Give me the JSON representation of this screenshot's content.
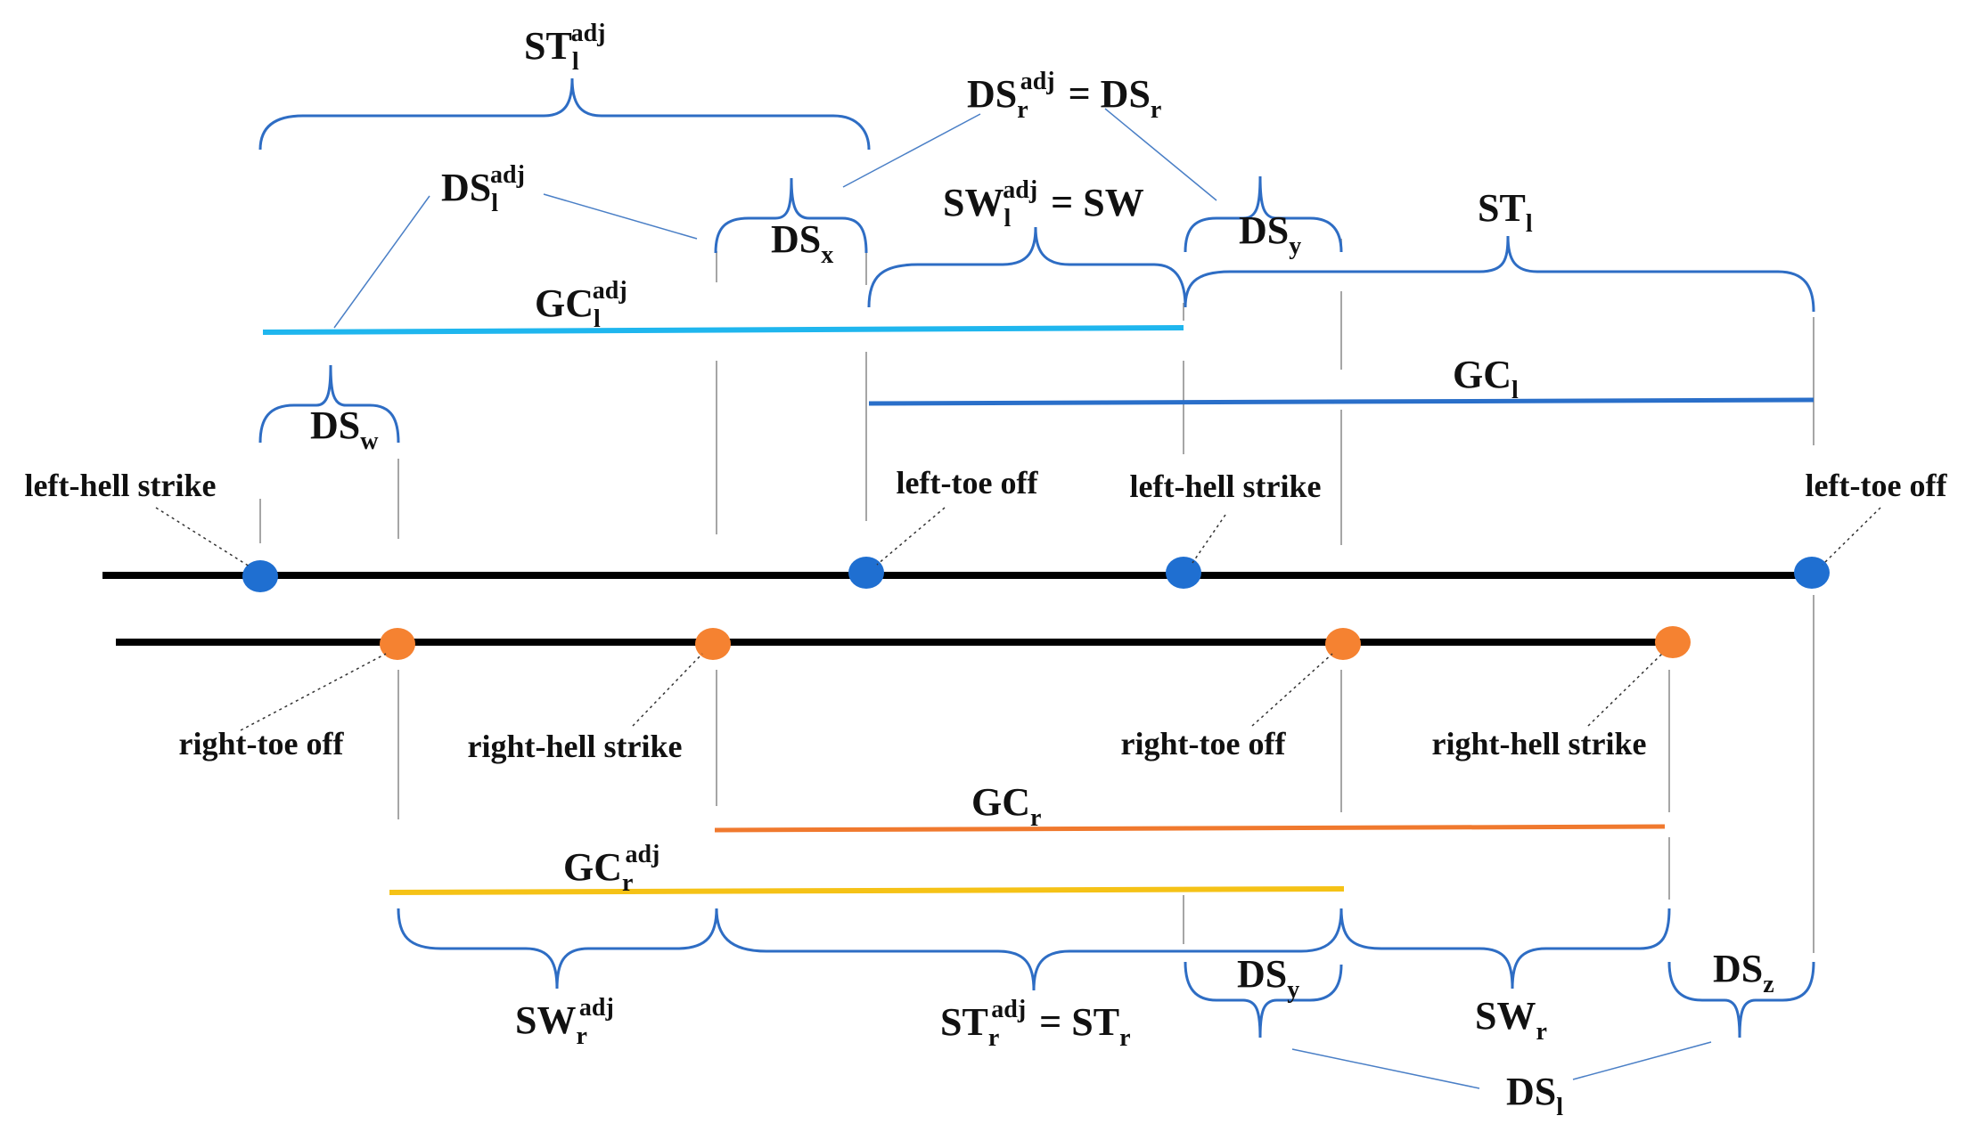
{
  "colors": {
    "left_dot": "#1f6fd1",
    "right_dot": "#f58231",
    "gc_l_adj": "#1fb6ee",
    "gc_l": "#2a6fc9",
    "gc_r": "#f0792e",
    "gc_r_adj": "#f5c216",
    "brace": "#2e6dc4",
    "timeline": "#000000"
  },
  "events": {
    "left_1": "left-hell strike",
    "left_2": "left-toe off",
    "left_3": "left-hell strike",
    "left_4": "left-toe off",
    "right_1": "right-toe off",
    "right_2": "right-hell strike",
    "right_3": "right-toe off",
    "right_4": "right-hell strike"
  },
  "labels": {
    "st_l_adj": {
      "base": "ST",
      "sub": "l",
      "sup": "adj"
    },
    "ds_r_adj": {
      "base": "DS",
      "sub": "r",
      "sup": "adj",
      "eq": " = DS",
      "eq_sub": "r"
    },
    "ds_l_adj": {
      "base": "DS",
      "sub": "l",
      "sup": "adj"
    },
    "ds_x": {
      "base": "DS",
      "sub": "x"
    },
    "sw_l_adj": {
      "base": "SW",
      "sub": "l",
      "sup": "adj",
      "eq": " = SW"
    },
    "ds_y_top": {
      "base": "DS",
      "sub": "y"
    },
    "st_l": {
      "base": "ST",
      "sub": "l"
    },
    "gc_l_adj": {
      "base": "GC",
      "sub": "l",
      "sup": "adj"
    },
    "gc_l": {
      "base": "GC",
      "sub": "l"
    },
    "ds_w": {
      "base": "DS",
      "sub": "w"
    },
    "gc_r": {
      "base": "GC",
      "sub": "r"
    },
    "gc_r_adj": {
      "base": "GC",
      "sub": "r",
      "sup": "adj"
    },
    "sw_r_adj": {
      "base": "SW",
      "sub": "r",
      "sup": "adj"
    },
    "st_r_adj": {
      "base": "ST",
      "sub": "r",
      "sup": "adj",
      "eq": " = ST",
      "eq_sub": "r"
    },
    "ds_y_bottom": {
      "base": "DS",
      "sub": "y"
    },
    "sw_r": {
      "base": "SW",
      "sub": "r"
    },
    "ds_z": {
      "base": "DS",
      "sub": "z"
    },
    "ds_l": {
      "base": "DS",
      "sub": "l"
    }
  }
}
